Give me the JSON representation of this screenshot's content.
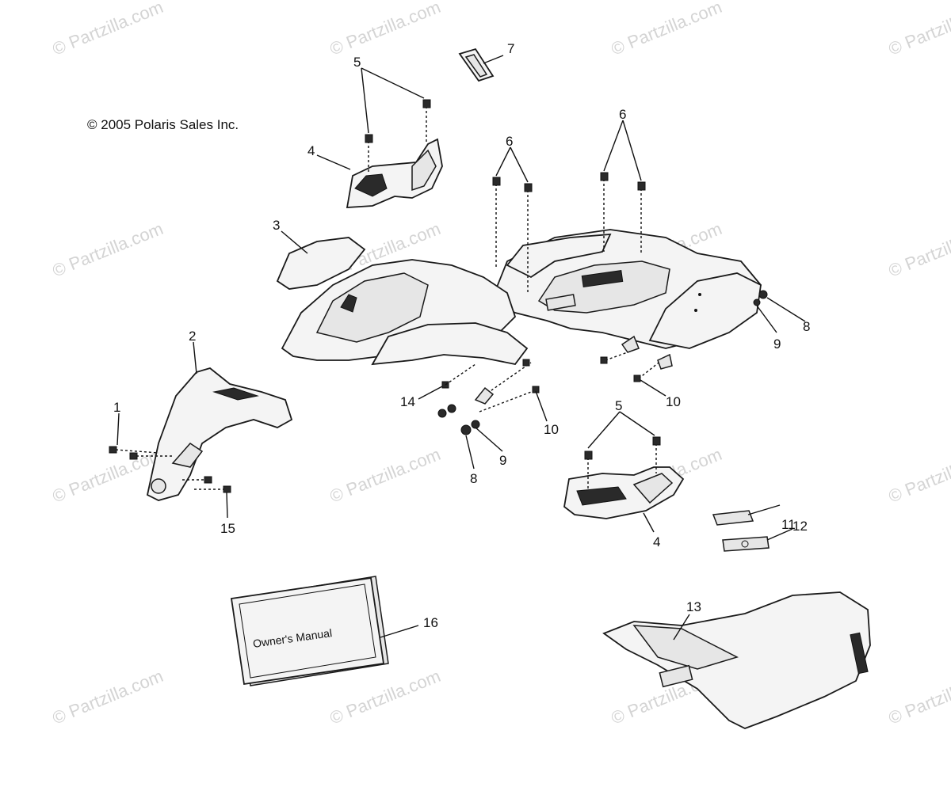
{
  "watermark": "© Partzilla.com",
  "copyright": "© 2005 Polaris Sales Inc.",
  "manual_label": "Owner's Manual",
  "callouts": {
    "c1": "1",
    "c2": "2",
    "c3": "3",
    "c4a": "4",
    "c4b": "4",
    "c5a": "5",
    "c5b": "5",
    "c6a": "6",
    "c6b": "6",
    "c7": "7",
    "c8a": "8",
    "c8b": "8",
    "c9a": "9",
    "c9b": "9",
    "c10a": "10",
    "c10b": "10",
    "c11": "11",
    "c12": "12",
    "c13": "13",
    "c14": "14",
    "c15": "15",
    "c16": "16"
  }
}
